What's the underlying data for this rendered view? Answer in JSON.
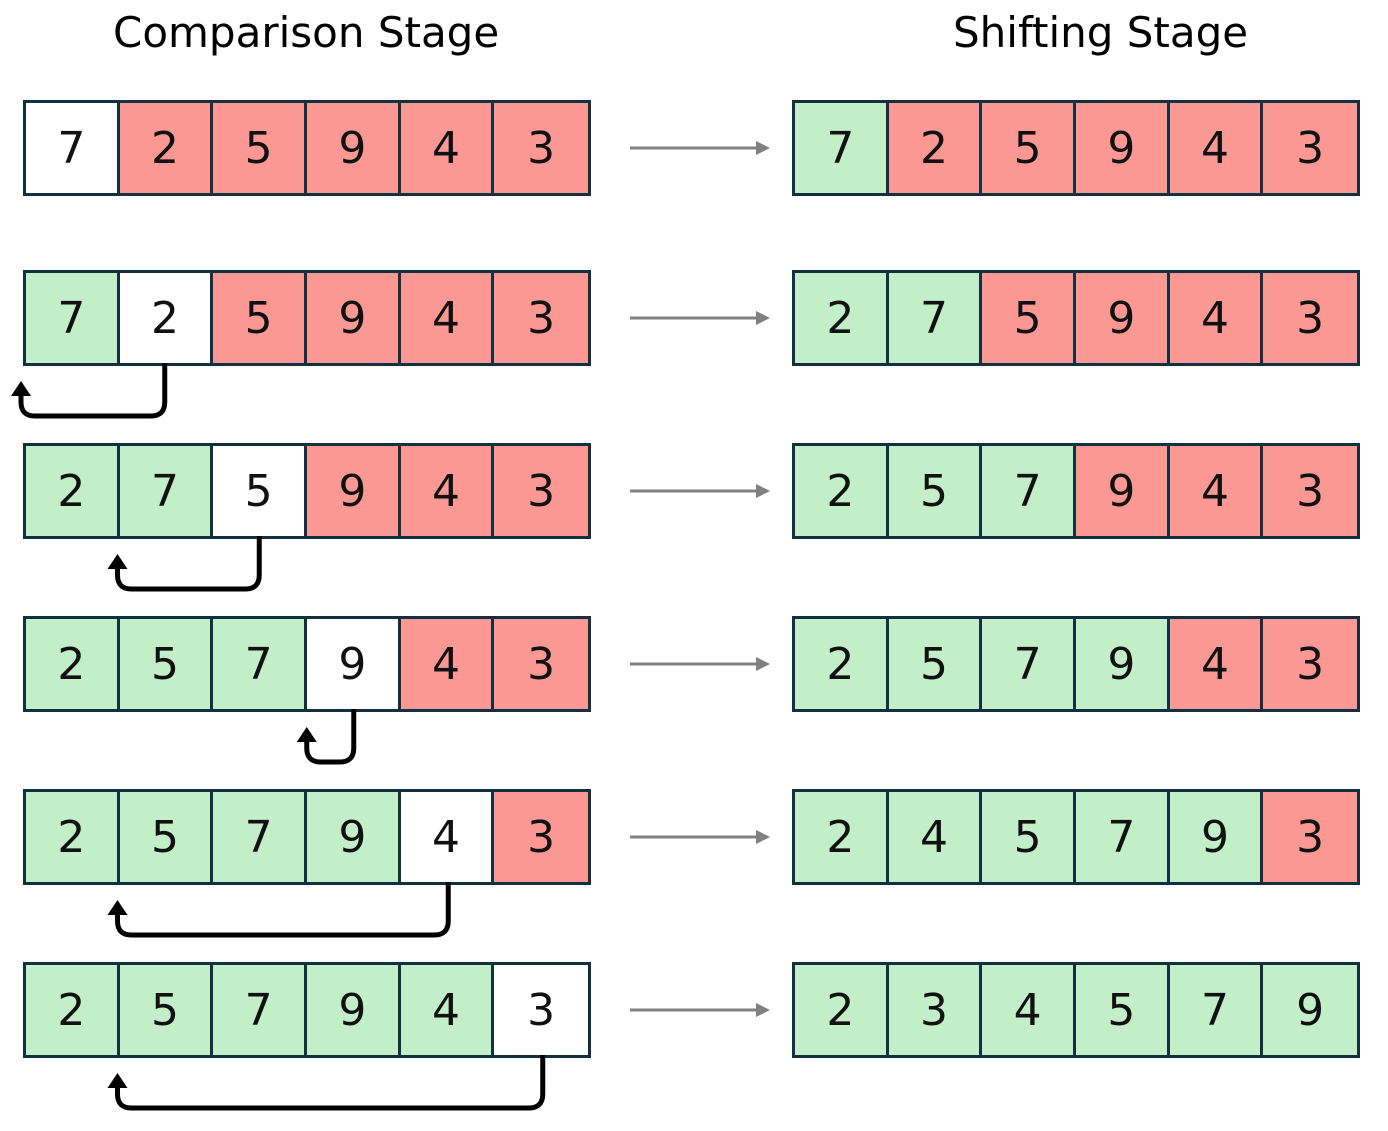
{
  "titles": {
    "comparison": "Comparison Stage",
    "shifting": "Shifting Stage"
  },
  "legend_colors": {
    "sorted": "#c2efc8",
    "unsorted": "#fb9894",
    "current": "#ffffff",
    "border": "#123040",
    "arrow": "#808080"
  },
  "steps": [
    {
      "comparison": {
        "values": [
          "7",
          "2",
          "5",
          "9",
          "4",
          "3"
        ],
        "states": [
          "current",
          "unsorted",
          "unsorted",
          "unsorted",
          "unsorted",
          "unsorted"
        ]
      },
      "shifting": {
        "values": [
          "7",
          "2",
          "5",
          "9",
          "4",
          "3"
        ],
        "states": [
          "sorted",
          "unsorted",
          "unsorted",
          "unsorted",
          "unsorted",
          "unsorted"
        ]
      },
      "move": null
    },
    {
      "comparison": {
        "values": [
          "7",
          "2",
          "5",
          "9",
          "4",
          "3"
        ],
        "states": [
          "sorted",
          "current",
          "unsorted",
          "unsorted",
          "unsorted",
          "unsorted"
        ]
      },
      "shifting": {
        "values": [
          "2",
          "7",
          "5",
          "9",
          "4",
          "3"
        ],
        "states": [
          "sorted",
          "sorted",
          "unsorted",
          "unsorted",
          "unsorted",
          "unsorted"
        ]
      },
      "move": {
        "from": 1,
        "to": 0
      }
    },
    {
      "comparison": {
        "values": [
          "2",
          "7",
          "5",
          "9",
          "4",
          "3"
        ],
        "states": [
          "sorted",
          "sorted",
          "current",
          "unsorted",
          "unsorted",
          "unsorted"
        ]
      },
      "shifting": {
        "values": [
          "2",
          "5",
          "7",
          "9",
          "4",
          "3"
        ],
        "states": [
          "sorted",
          "sorted",
          "sorted",
          "unsorted",
          "unsorted",
          "unsorted"
        ]
      },
      "move": {
        "from": 2,
        "to": 1
      }
    },
    {
      "comparison": {
        "values": [
          "2",
          "5",
          "7",
          "9",
          "4",
          "3"
        ],
        "states": [
          "sorted",
          "sorted",
          "sorted",
          "current",
          "unsorted",
          "unsorted"
        ]
      },
      "shifting": {
        "values": [
          "2",
          "5",
          "7",
          "9",
          "4",
          "3"
        ],
        "states": [
          "sorted",
          "sorted",
          "sorted",
          "sorted",
          "unsorted",
          "unsorted"
        ]
      },
      "move": {
        "from": 3,
        "to": 3
      }
    },
    {
      "comparison": {
        "values": [
          "2",
          "5",
          "7",
          "9",
          "4",
          "3"
        ],
        "states": [
          "sorted",
          "sorted",
          "sorted",
          "sorted",
          "current",
          "unsorted"
        ]
      },
      "shifting": {
        "values": [
          "2",
          "4",
          "5",
          "7",
          "9",
          "3"
        ],
        "states": [
          "sorted",
          "sorted",
          "sorted",
          "sorted",
          "sorted",
          "unsorted"
        ]
      },
      "move": {
        "from": 4,
        "to": 1
      }
    },
    {
      "comparison": {
        "values": [
          "2",
          "5",
          "7",
          "9",
          "4",
          "3"
        ],
        "states": [
          "sorted",
          "sorted",
          "sorted",
          "sorted",
          "sorted",
          "current"
        ]
      },
      "shifting": {
        "values": [
          "2",
          "3",
          "4",
          "5",
          "7",
          "9"
        ],
        "states": [
          "sorted",
          "sorted",
          "sorted",
          "sorted",
          "sorted",
          "sorted"
        ]
      },
      "move": {
        "from": 5,
        "to": 1
      }
    }
  ]
}
